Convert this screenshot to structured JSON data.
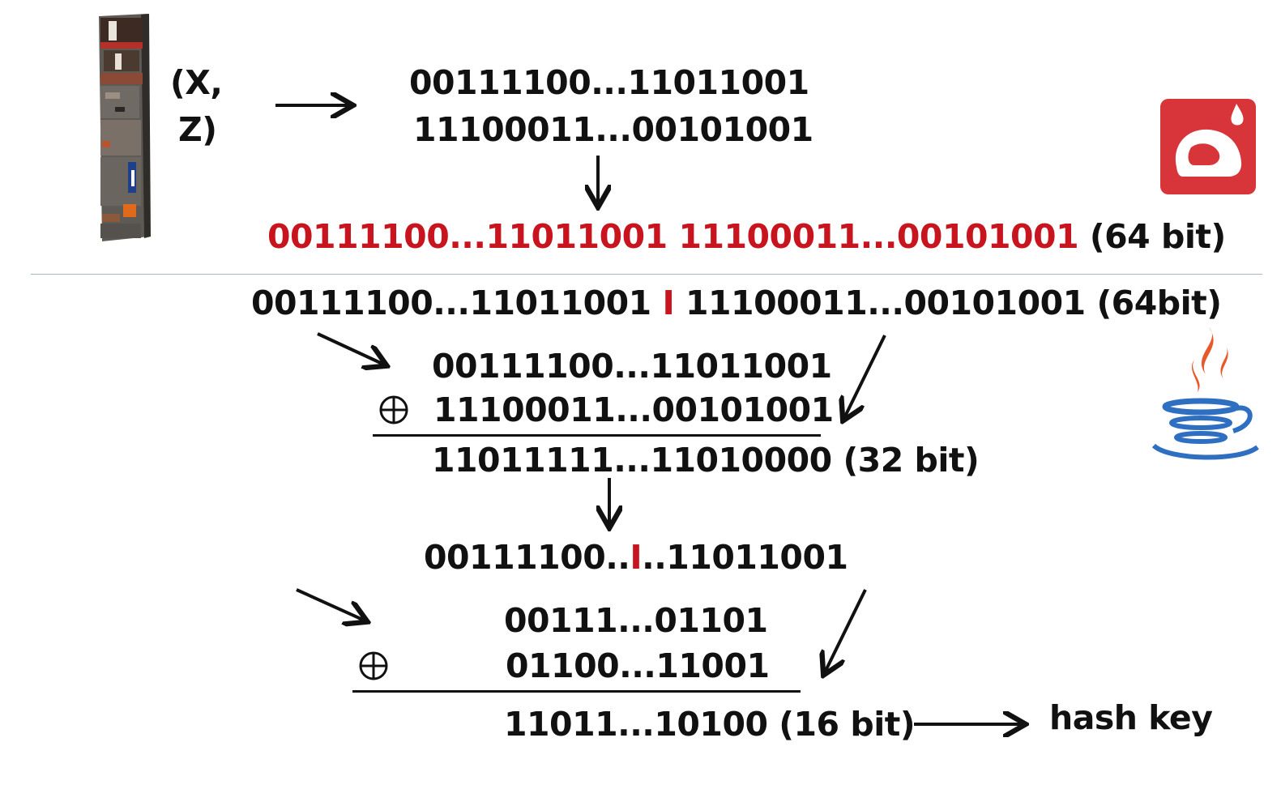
{
  "colors": {
    "text": "#111111",
    "accent_red": "#c8141e",
    "divider": "#a9b8c6",
    "redis_red": "#d8353a",
    "java_orange": "#e8582b",
    "java_blue": "#2e6fc2"
  },
  "icons": [
    "column-block-image",
    "redis-logo-icon",
    "java-logo-icon",
    "xor-icon"
  ],
  "coords": {
    "line1": "(X,",
    "line2": "Z)"
  },
  "top": {
    "x_bits": "00111100...11011001",
    "z_bits": "11100011...00101001",
    "concat_red": "00111100...11011001 11100011...00101001",
    "concat_suffix": "(64 bit)"
  },
  "bottom": {
    "split_left": "00111100...11011001",
    "split_sep": "I",
    "split_right": "11100011...00101001 (64bit)",
    "xor1_a": "00111100...11011001",
    "xor1_b": "11100011...00101001",
    "xor1_result": "11011111...11010000 (32 bit)",
    "split2_left": "00111100..",
    "split2_sep": "I",
    "split2_right": "..11011001",
    "xor2_a": "00111...01101",
    "xor2_b": "01100...11001",
    "xor2_result": "11011...10100 (16 bit)",
    "output_label": "hash key"
  }
}
